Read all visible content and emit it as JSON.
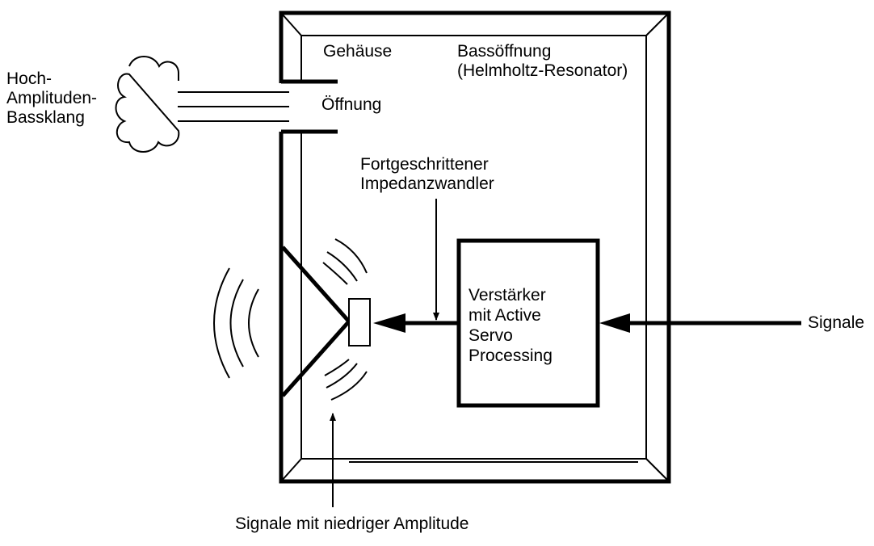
{
  "labels": {
    "source_line1": "Hoch-",
    "source_line2": "Amplituden-",
    "source_line3": "Bassklang",
    "housing": "Gehäuse",
    "port_line1": "Bassöffnung",
    "port_line2": "(Helmholtz-Resonator)",
    "opening": "Öffnung",
    "impedance_line1": "Fortgeschrittener",
    "impedance_line2": "Impedanzwandler",
    "amp_line1": "Verstärker",
    "amp_line2": "mit Active",
    "amp_line3": "Servo",
    "amp_line4": "Processing",
    "signals_in": "Signale",
    "low_amp_signals": "Signale mit niedriger Amplitude"
  }
}
